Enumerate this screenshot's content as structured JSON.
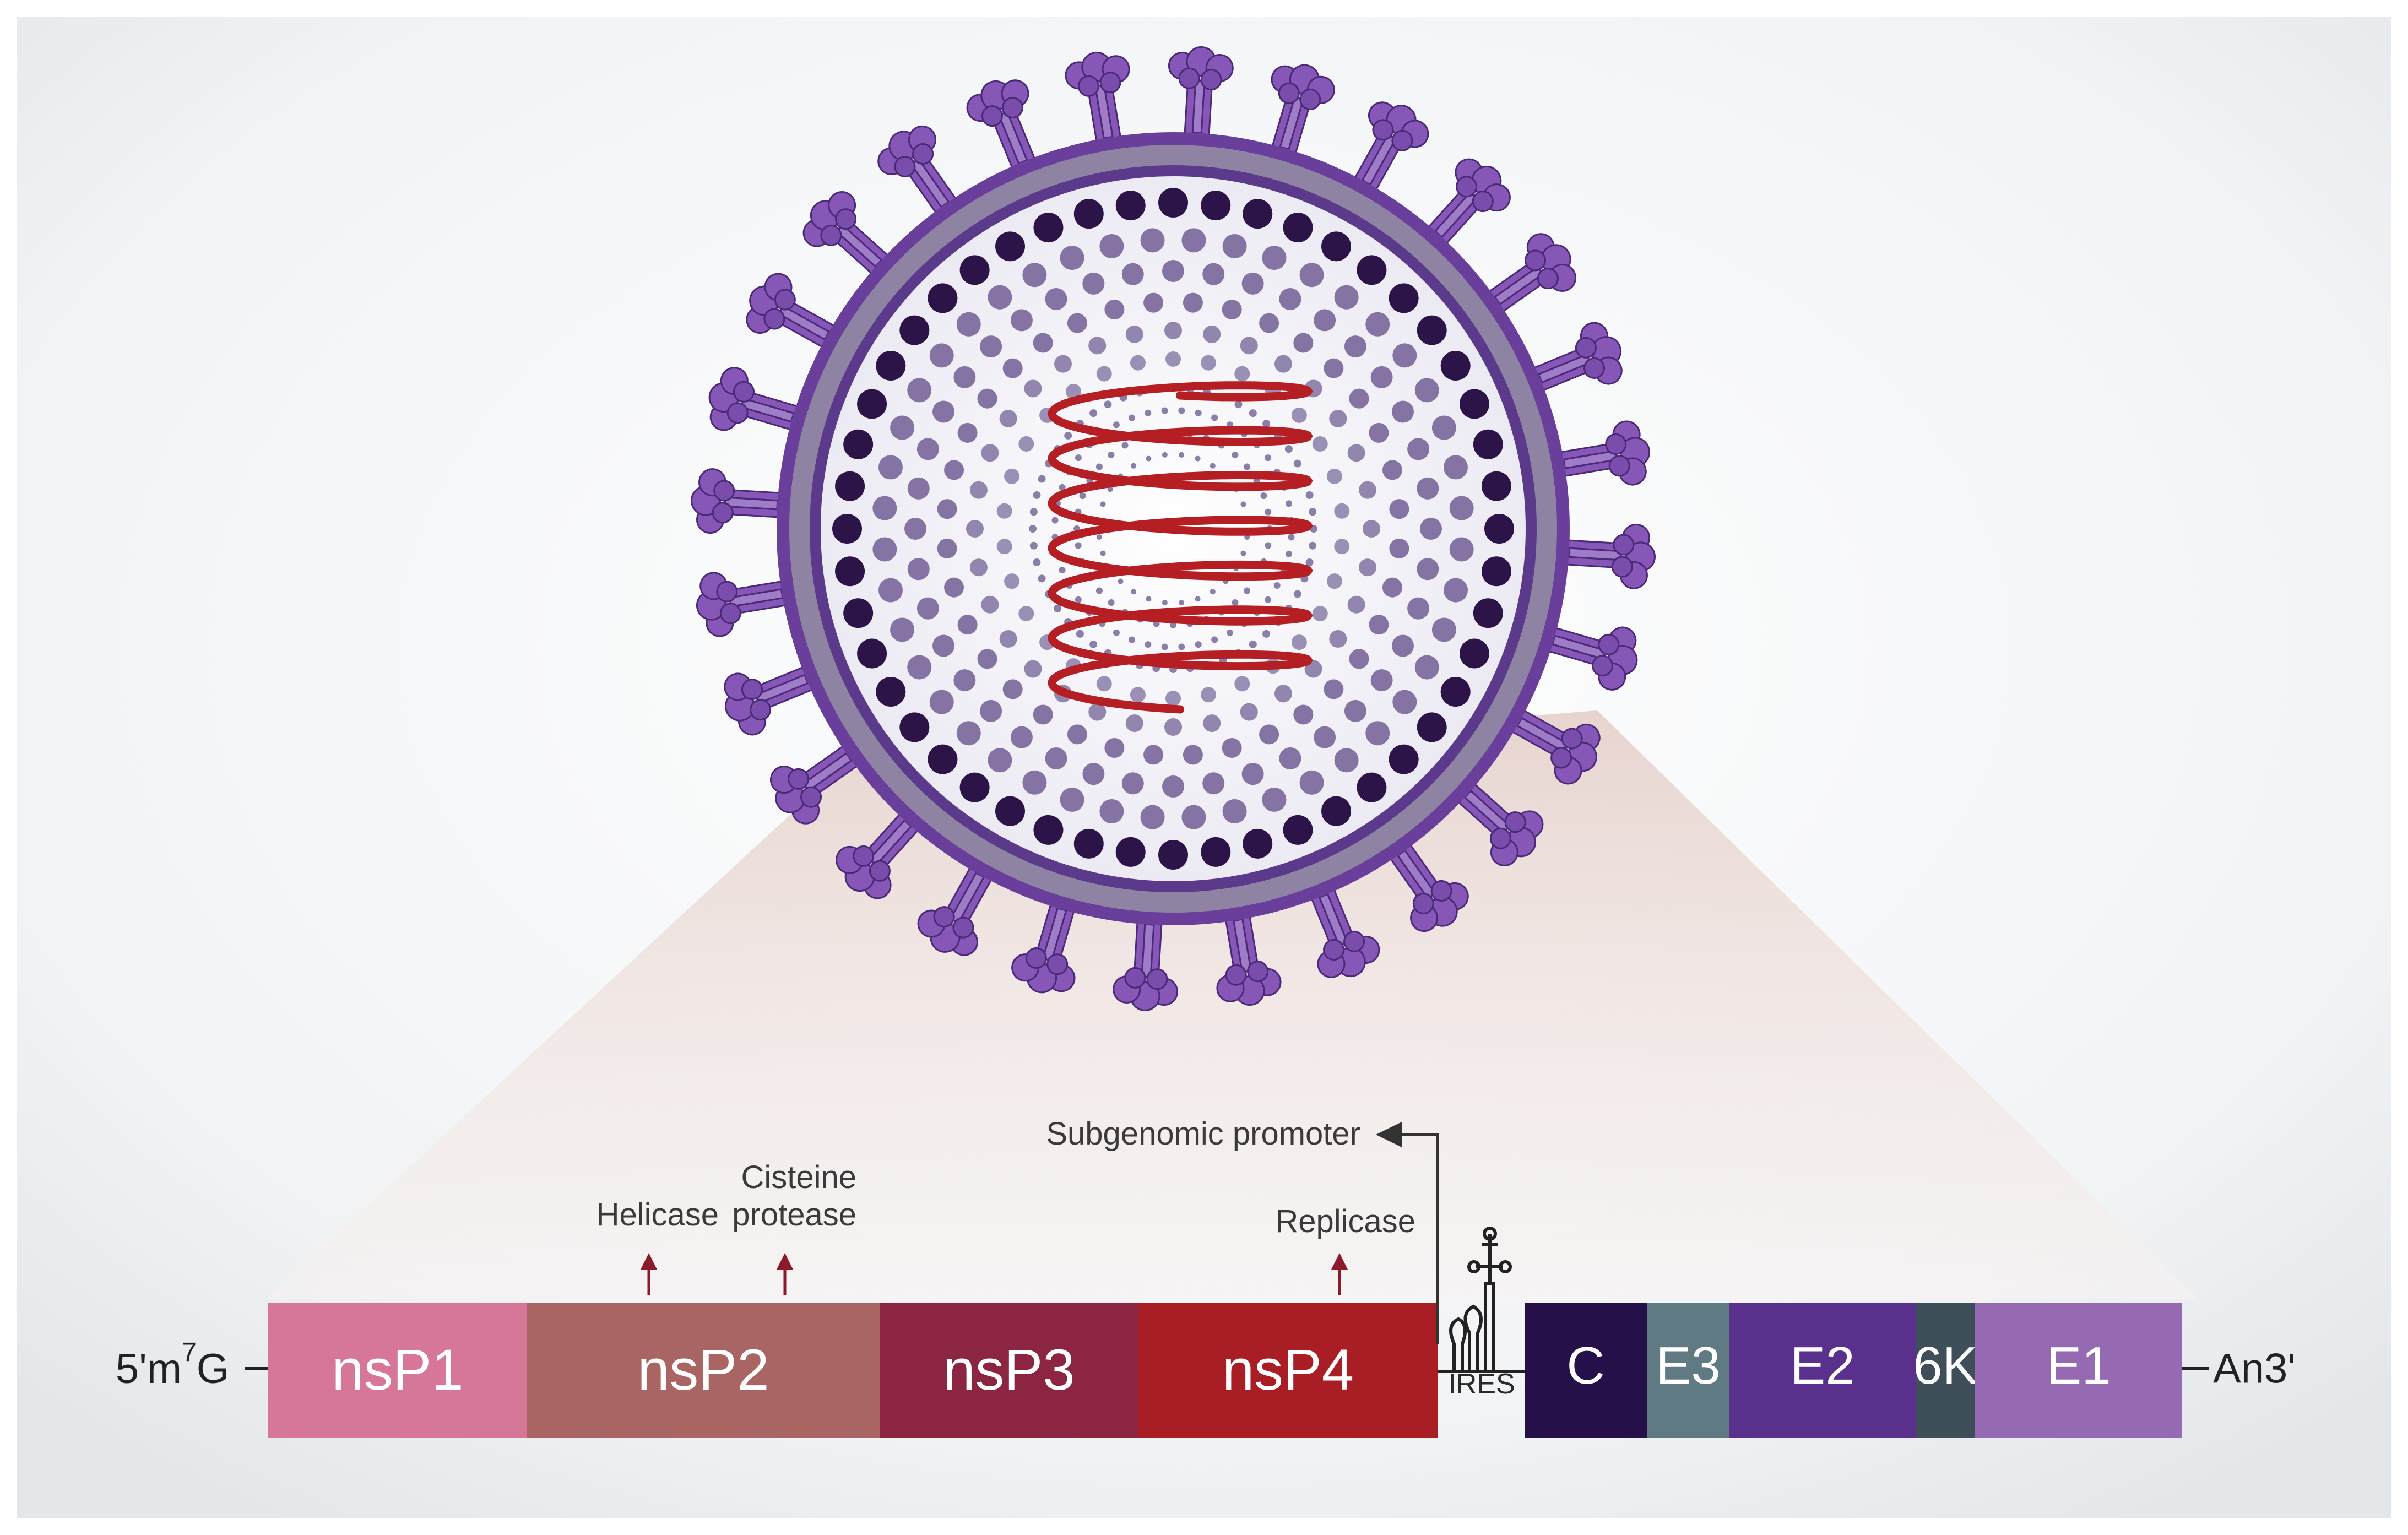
{
  "genome": {
    "five_prime_cap": {
      "prefix": "5'm",
      "superscript": "7",
      "suffix": "G"
    },
    "three_prime_tail": "An3'",
    "nonstructural_segments": [
      {
        "label": "nsP1",
        "color": "#d6779a"
      },
      {
        "label": "nsP2",
        "color": "#a86564"
      },
      {
        "label": "nsP3",
        "color": "#8c2542"
      },
      {
        "label": "nsP4",
        "color": "#a91e24"
      }
    ],
    "structural_segments": [
      {
        "label": "C",
        "color": "#26104a"
      },
      {
        "label": "E3",
        "color": "#607a84"
      },
      {
        "label": "E2",
        "color": "#59308c"
      },
      {
        "label": "6K",
        "color": "#3e4f59"
      },
      {
        "label": "E1",
        "color": "#956ab3"
      }
    ],
    "ires_label": "IRES"
  },
  "annotations": {
    "helicase": "Helicase",
    "protease_line1": "Cisteine",
    "protease_line2": "protease",
    "replicase": "Replicase",
    "subgenomic_promoter": "Subgenomic promoter"
  },
  "colors": {
    "arrow": "#8b1a2a",
    "rna_helix": "#b51f24",
    "envelope": "#6a3f9c",
    "spike": "#8657b6",
    "capsid_dark": "#2c1449",
    "capsid_light": "#8574a3",
    "background_glow": "#fdfdfe"
  }
}
